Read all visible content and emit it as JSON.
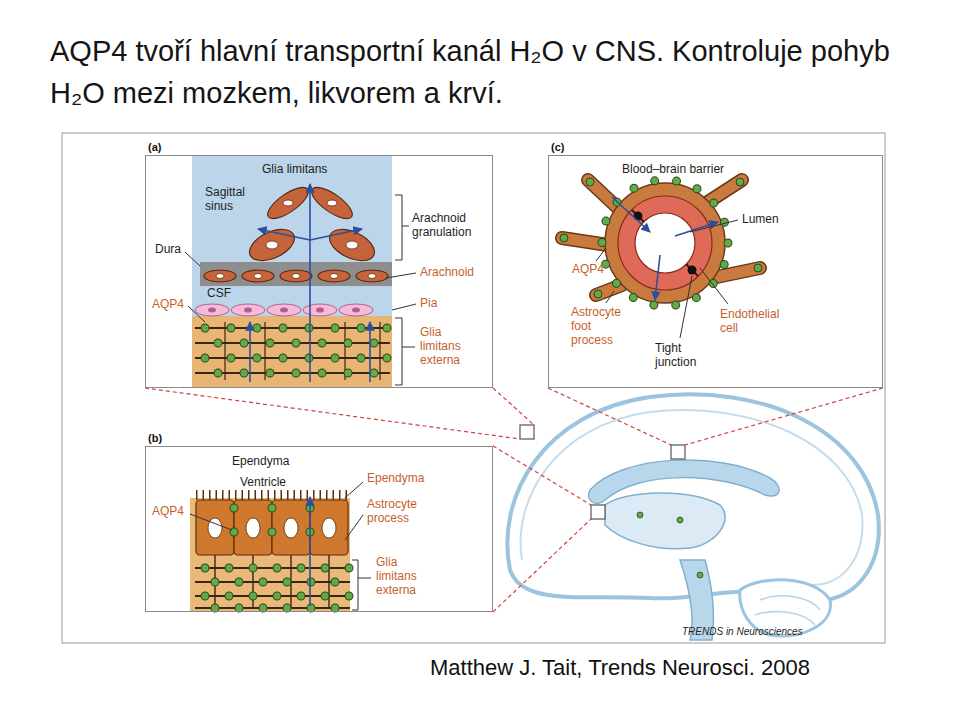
{
  "diagram": {
    "title": "AQP4 tvoří hlavní transportní kanál H₂O v CNS. Kontroluje pohyb H₂O mezi mozkem, likvorem a krví.",
    "caption": "Matthew J. Tait, Trends Neurosci. 2008",
    "nodes": [
      {
        "text": [
          "(a)"
        ]
      },
      {
        "text": [
          "(c)"
        ]
      },
      {
        "text": [
          "(b)"
        ]
      }
    ],
    "labels": [
      "Glia limitans",
      "Sagittal sinus",
      "Dura",
      "Arachnoid granulation",
      "Arachnoid",
      "AQP4",
      "CSF",
      "Pia",
      "Glia limitans externa",
      "Blood–brain barrier",
      "Lumen",
      "AQP4",
      "Astrocyte foot process",
      "Endothelial cell",
      "Tight junction",
      "Ependyma",
      "Ventricle",
      "AQP4",
      "Ependyma",
      "Astrocyte process",
      "Glia limitans externa",
      "TRENDS in Neurosciences"
    ]
  }
}
